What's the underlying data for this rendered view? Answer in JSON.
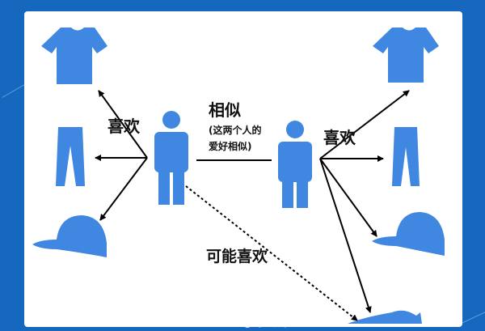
{
  "labels": {
    "left_like": "喜欢",
    "similar": "相似",
    "similar_note_line1": "(这两个人的",
    "similar_note_line2": "爱好相似)",
    "right_like": "喜欢",
    "may_like": "可能喜欢"
  },
  "watermark": "@创业者李孟",
  "colors": {
    "icon_blue": "#3f87e0",
    "background": "#1668bf"
  }
}
